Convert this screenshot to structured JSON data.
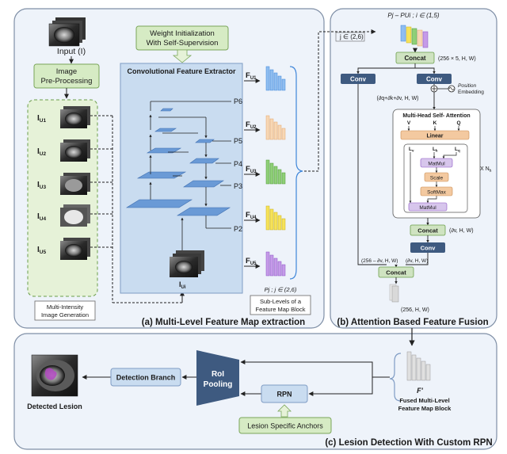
{
  "panels": {
    "a_title": "(a) Multi-Level Feature Map extraction",
    "b_title": "(b) Attention Based Feature Fusion",
    "c_title": "(c) Lesion Detection With Custom RPN"
  },
  "panel_a": {
    "input_label": "Input (I)",
    "preproc_line1": "Image",
    "preproc_line2": "Pre-Processing",
    "intensity_labels": [
      "I",
      "I",
      "I",
      "I",
      "I"
    ],
    "intensity_subs": [
      "U1",
      "U2",
      "U3",
      "U4",
      "U5"
    ],
    "multi_line1": "Multi-Intensity",
    "multi_line2": "Image Generation",
    "weight_line1": "Weight Initialization",
    "weight_line2": "With Self-Supervision",
    "extractor_title": "Convolutional Feature Extractor",
    "pyramid_labels": [
      "P6",
      "P5",
      "P4",
      "P3",
      "P2"
    ],
    "ui_label": "I",
    "ui_sub": "Ui",
    "fu_labels": [
      "F",
      "F",
      "F",
      "F",
      "F"
    ],
    "fu_subs": [
      "U1",
      "U2",
      "U3",
      "U4",
      "U5"
    ],
    "sublevel_math": "Pj ; j ∈ (2,6)",
    "sublevel_line1": "Sub-Levels of a",
    "sublevel_line2": "Feature Map Block"
  },
  "panel_b": {
    "top_formula": "Pj – PUi  ; i ∈ (1,5)",
    "j_range": "j ∈ (2,6)",
    "concat_label": "Concat",
    "concat_dim": "(256 × 5, H, W)",
    "conv_label": "Conv",
    "position_line1": "Position",
    "position_line2": "Embedding",
    "dims_qkv": "(∂q+∂k+∂v, H, W)",
    "mhsa_title": "Multi-Head Self- Attention",
    "v_label": "V",
    "k_label": "K",
    "q_label": "Q",
    "linear_label": "Linear",
    "lv": "Lv",
    "lk": "Lk",
    "lq": "Lq",
    "matmul_label": "MatMul",
    "scale_label": "Scale",
    "softmax_label": "SoftMax",
    "matmul2_label": "MatMul",
    "xn_label": "X Nh",
    "concat2_label": "Concat",
    "dim_v1": "(∂v, H, W)",
    "conv2_label": "Conv",
    "dim_left": "(256 – ∂v, H, W)",
    "dim_v2": "(∂v, H, W)",
    "concat3_label": "Concat",
    "out_dim": "(256, H, W)"
  },
  "panel_c": {
    "detected_label": "Detected Lesion",
    "detection_branch": "Detection Branch",
    "roi_line1": "RoI",
    "roi_line2": "Pooling",
    "rpn_label": "RPN",
    "anchors_label": "Lesion Specific Anchors",
    "fprime_label": "F'",
    "fused_line1": "Fused Multi-Level",
    "fused_line2": "Feature Map Block"
  },
  "colors": {
    "panel_bg": "#eef3fa",
    "panel_border": "#7f8fa6",
    "green_box": "#d6ebc4",
    "green_dashed": "#e6f2d8",
    "blue_box": "#c9dcf0",
    "dark_box": "#3e5a80",
    "pyramid": "#6a9ad6",
    "linear": "#f3c9a0",
    "purple": "#d7c6ec",
    "concat": "#cfe3c1"
  }
}
